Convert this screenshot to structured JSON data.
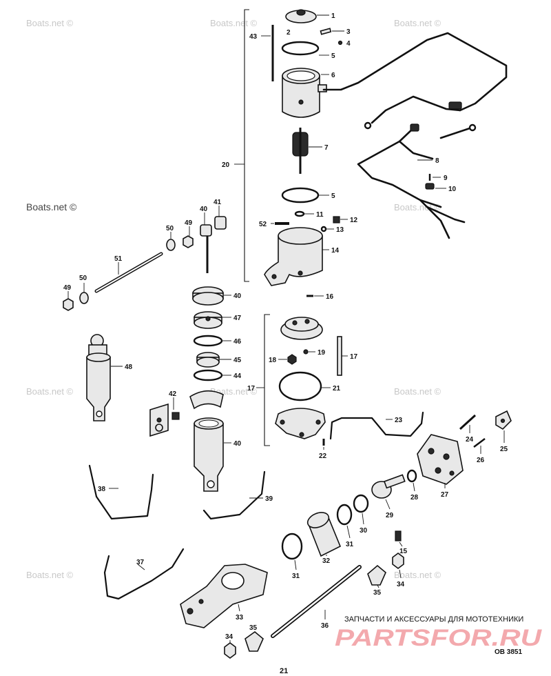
{
  "watermarks": [
    "Boats.net ©",
    "Boats.net ©",
    "Boats.net ©",
    "Boats.net ©",
    "Boats.net ©",
    "Boats.net ©",
    "Boats.net ©",
    "Boats.net ©",
    "Boats.net ©",
    "Boats.net ©"
  ],
  "callouts": [
    "1",
    "2",
    "3",
    "4",
    "5",
    "6",
    "43",
    "7",
    "20",
    "8",
    "9",
    "10",
    "5",
    "11",
    "41",
    "40",
    "49",
    "50",
    "52",
    "12",
    "13",
    "14",
    "51",
    "50",
    "49",
    "40",
    "16",
    "47",
    "17",
    "18",
    "19",
    "17",
    "46",
    "48",
    "45",
    "44",
    "21",
    "42",
    "23",
    "40",
    "24",
    "22",
    "25",
    "26",
    "27",
    "38",
    "39",
    "28",
    "29",
    "30",
    "31",
    "15",
    "32",
    "31",
    "37",
    "35",
    "34",
    "33",
    "36",
    "35",
    "34"
  ],
  "diagram_code": "OB 3851",
  "page_number": "21",
  "shop_banner": {
    "tagline": "ЗАПЧАСТИ И АКСЕССУАРЫ ДЛЯ МОТОТЕХНИКИ",
    "brand": "PARTSFOR.RU",
    "brand_color": "#f3a9ad"
  }
}
